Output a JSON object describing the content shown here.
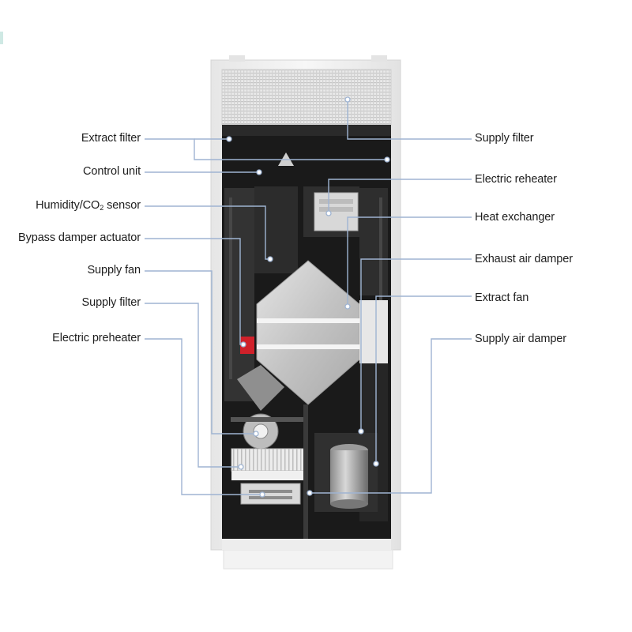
{
  "labels_left": {
    "extract_filter": "Extract filter",
    "control_unit": "Control unit",
    "humidity_sensor_prefix": "Humidity/CO",
    "humidity_sensor_sub": "2",
    "humidity_sensor_suffix": " sensor",
    "bypass_damper_actuator": "Bypass damper actuator",
    "supply_fan": "Supply fan",
    "supply_filter": "Supply filter",
    "electric_preheater": "Electric preheater"
  },
  "labels_right": {
    "supply_filter": "Supply filter",
    "electric_reheater": "Electric reheater",
    "heat_exchanger": "Heat exchanger",
    "exhaust_air_damper": "Exhaust air damper",
    "extract_fan": "Extract fan",
    "supply_air_damper": "Supply air damper"
  },
  "colors": {
    "leader_line": "#9fb4d2",
    "leader_dot": "#ffffff",
    "cabinet_frame": "#f1f1f1",
    "interior": "#1b1b1b",
    "heat_exchanger": "#c9c9c9",
    "preheater_accent": "#d0212a"
  }
}
